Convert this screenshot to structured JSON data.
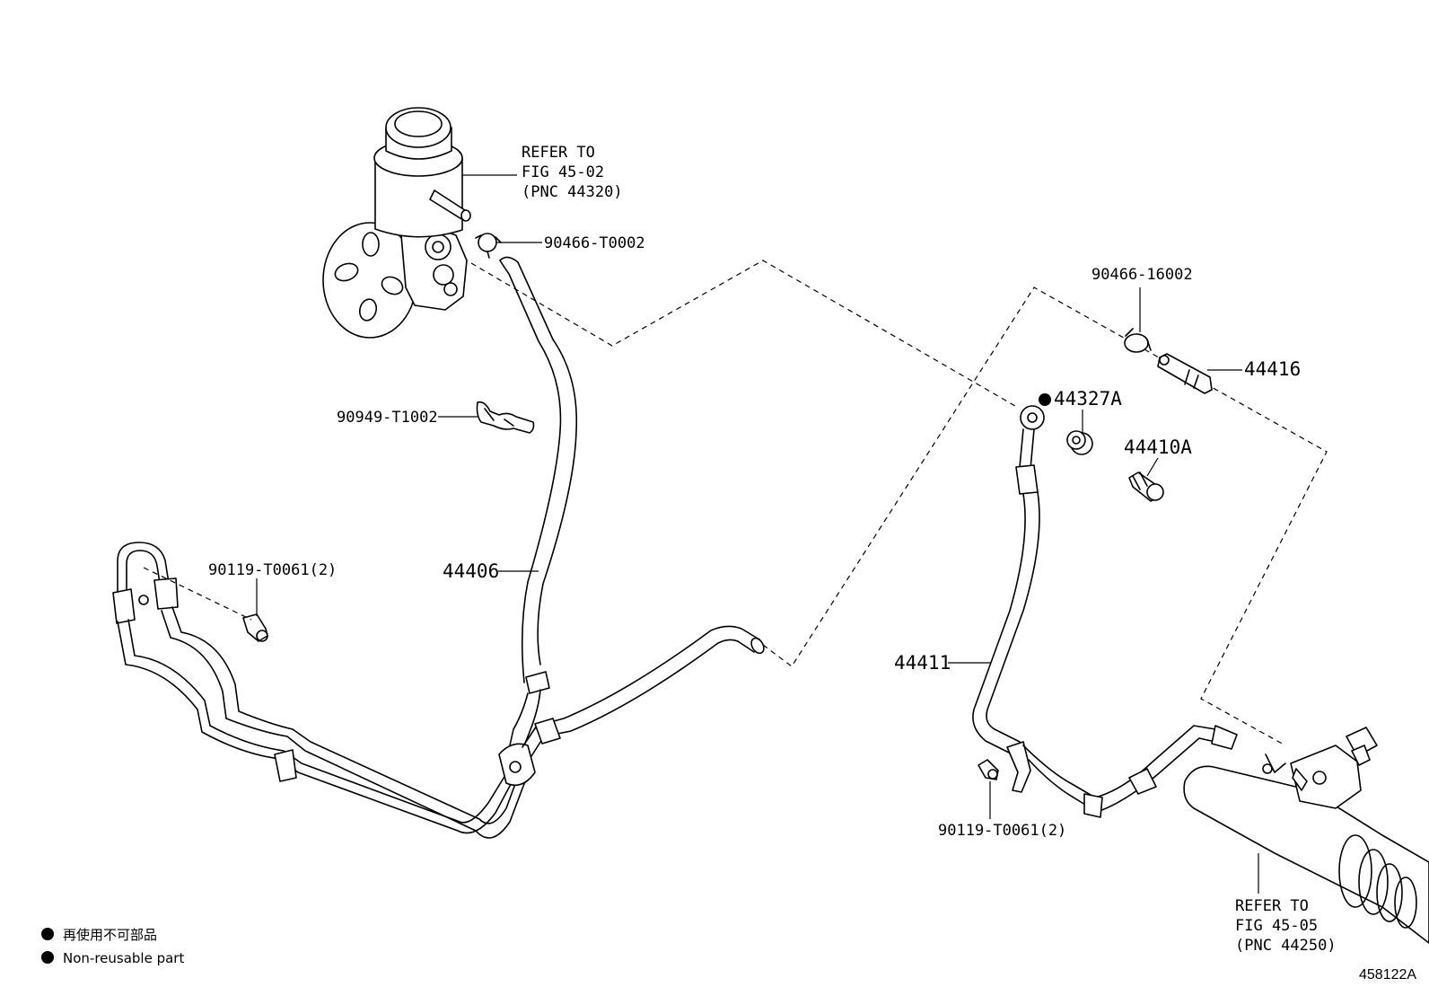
{
  "refer_pump": {
    "line1": "REFER TO",
    "line2": "FIG 45-02",
    "line3": "(PNC 44320)"
  },
  "refer_rack": {
    "line1": "REFER TO",
    "line2": "FIG 45-05",
    "line3": "(PNC 44250)"
  },
  "parts": {
    "clamp_pump": "90466-T0002",
    "clamp_right": "90466-16002",
    "union_44416": "44416",
    "gasket_44327a": "44327A",
    "bolt_44410a": "44410A",
    "clamp_90949": "90949-T1002",
    "bolt_left": "90119-T0061(2)",
    "hose_44406": "44406",
    "hose_44411": "44411",
    "bolt_right": "90119-T0061(2)"
  },
  "legend": {
    "non_reusable_jp": "再使用不可部品",
    "non_reusable_en": "Non-reusable part"
  },
  "figure_id": "458122A"
}
